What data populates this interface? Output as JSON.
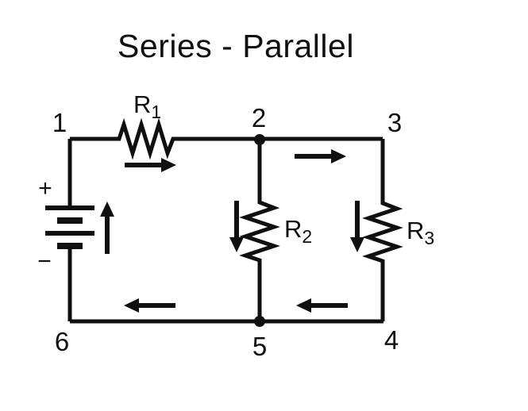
{
  "title": "Series - Parallel",
  "colors": {
    "background": "#ffffff",
    "ink": "#101010"
  },
  "circuit": {
    "nodes": [
      "1",
      "2",
      "3",
      "4",
      "5",
      "6"
    ],
    "resistors": [
      {
        "name": "R1",
        "base": "R",
        "sub": "1",
        "orientation": "horizontal",
        "between_nodes": "1-2"
      },
      {
        "name": "R2",
        "base": "R",
        "sub": "2",
        "orientation": "vertical",
        "between_nodes": "2-5"
      },
      {
        "name": "R3",
        "base": "R",
        "sub": "3",
        "orientation": "vertical",
        "between_nodes": "3-4"
      }
    ],
    "battery": {
      "positive": "+",
      "negative": "−",
      "between_nodes": "1-6"
    },
    "current_arrows": [
      {
        "id": "top-left",
        "direction": "right"
      },
      {
        "id": "top-right",
        "direction": "right"
      },
      {
        "id": "battery-branch",
        "direction": "up"
      },
      {
        "id": "r2-branch",
        "direction": "down"
      },
      {
        "id": "r3-branch",
        "direction": "down"
      },
      {
        "id": "bottom-right",
        "direction": "left"
      },
      {
        "id": "bottom-left",
        "direction": "left"
      }
    ]
  }
}
